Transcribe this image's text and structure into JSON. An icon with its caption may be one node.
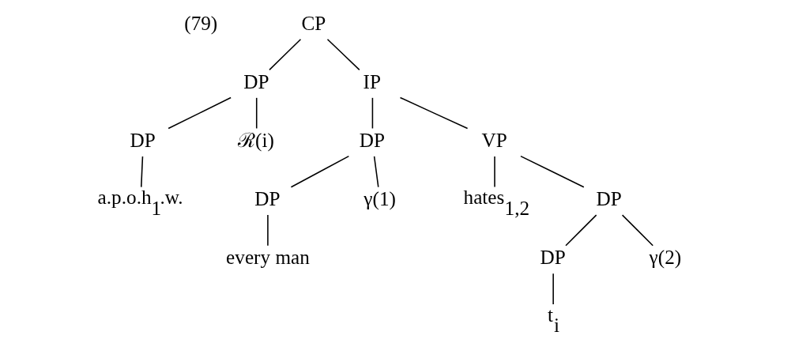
{
  "diagram": {
    "nodes": [
      {
        "text": [
          "CP"
        ]
      },
      {
        "text": [
          "DP"
        ]
      },
      {
        "text": [
          "IP"
        ]
      },
      {
        "text": [
          "DP"
        ]
      },
      {
        "text": [
          "ℛ(i)"
        ]
      },
      {
        "text": [
          "DP"
        ]
      },
      {
        "text": [
          "VP"
        ]
      },
      {
        "text": [
          "a.p.o.h$_{1}$.w."
        ]
      },
      {
        "text": [
          "DP"
        ]
      },
      {
        "text": [
          "γ(1)"
        ]
      },
      {
        "text": [
          "hates$_{1,2}$"
        ]
      },
      {
        "text": [
          "DP"
        ]
      },
      {
        "text": [
          "every man"
        ]
      },
      {
        "text": [
          "DP"
        ]
      },
      {
        "text": [
          "γ(2)"
        ]
      },
      {
        "text": [
          "t$_{i}$"
        ]
      }
    ],
    "edges": [
      {
        "from": 0,
        "to": 1,
        "arrow": "none"
      },
      {
        "from": 0,
        "to": 2,
        "arrow": "none"
      },
      {
        "from": 1,
        "to": 3,
        "arrow": "none"
      },
      {
        "from": 1,
        "to": 4,
        "arrow": "none"
      },
      {
        "from": 2,
        "to": 5,
        "arrow": "none"
      },
      {
        "from": 2,
        "to": 6,
        "arrow": "none"
      },
      {
        "from": 3,
        "to": 7,
        "arrow": "none"
      },
      {
        "from": 5,
        "to": 8,
        "arrow": "none"
      },
      {
        "from": 5,
        "to": 9,
        "arrow": "none"
      },
      {
        "from": 6,
        "to": 10,
        "arrow": "none"
      },
      {
        "from": 6,
        "to": 11,
        "arrow": "none"
      },
      {
        "from": 8,
        "to": 12,
        "arrow": "none"
      },
      {
        "from": 11,
        "to": 13,
        "arrow": "none"
      },
      {
        "from": 11,
        "to": 14,
        "arrow": "none"
      },
      {
        "from": 13,
        "to": 15,
        "arrow": "none"
      }
    ],
    "labels": [
      "(79)"
    ]
  }
}
